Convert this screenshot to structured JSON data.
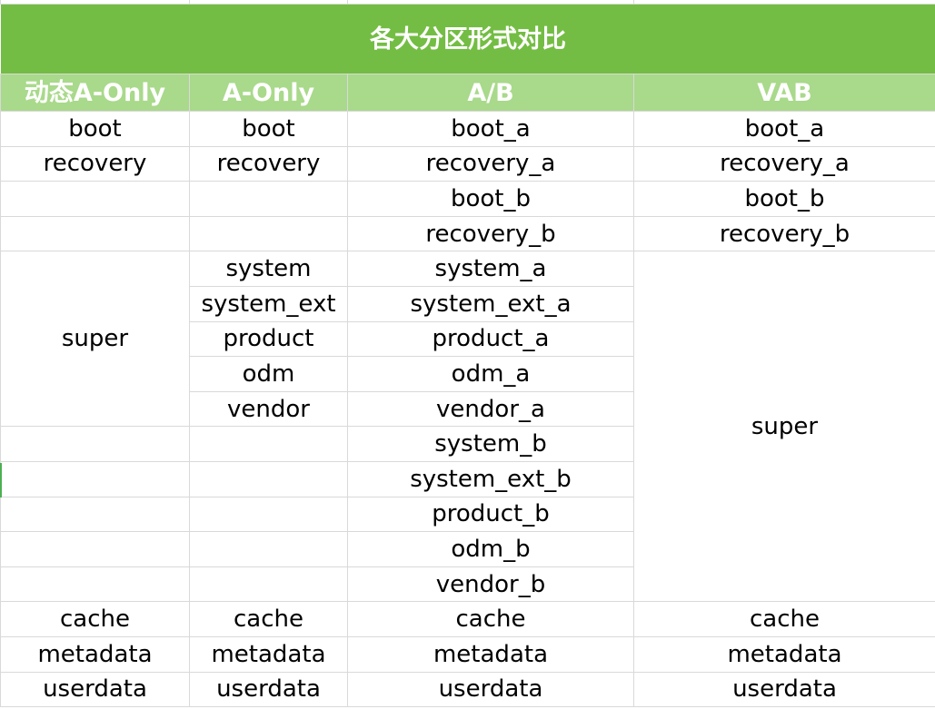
{
  "title": "各大分区形式对比",
  "headers": [
    "动态A-Only",
    "A-Only",
    "A/B",
    "VAB"
  ],
  "dynamic_a_only": {
    "boot": "boot",
    "recovery": "recovery",
    "super": "super",
    "cache": "cache",
    "metadata": "metadata",
    "userdata": "userdata"
  },
  "a_only": {
    "boot": "boot",
    "recovery": "recovery",
    "system": "system",
    "system_ext": "system_ext",
    "product": "product",
    "odm": "odm",
    "vendor": "vendor",
    "cache": "cache",
    "metadata": "metadata",
    "userdata": "userdata"
  },
  "ab": {
    "boot_a": "boot_a",
    "recovery_a": "recovery_a",
    "boot_b": "boot_b",
    "recovery_b": "recovery_b",
    "system_a": "system_a",
    "system_ext_a": "system_ext_a",
    "product_a": "product_a",
    "odm_a": "odm_a",
    "vendor_a": "vendor_a",
    "system_b": "system_b",
    "system_ext_b": "system_ext_b",
    "product_b": "product_b",
    "odm_b": "odm_b",
    "vendor_b": "vendor_b",
    "cache": "cache",
    "metadata": "metadata",
    "userdata": "userdata"
  },
  "vab": {
    "boot_a": "boot_a",
    "recovery_a": "recovery_a",
    "boot_b": "boot_b",
    "recovery_b": "recovery_b",
    "super": "super",
    "cache": "cache",
    "metadata": "metadata",
    "userdata": "userdata"
  },
  "colors": {
    "title_bg": "#74bd44",
    "header_bg": "#a9d98b",
    "header_text": "#ffffff",
    "grid_line": "#d9d9d9"
  }
}
